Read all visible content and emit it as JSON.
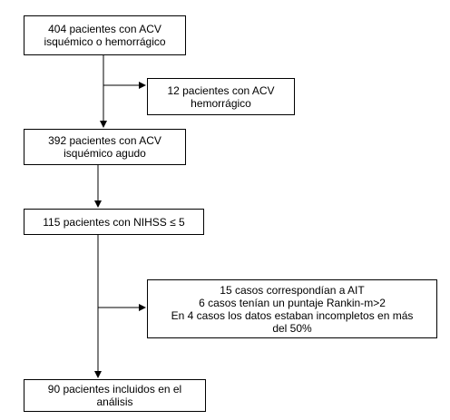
{
  "flowchart": {
    "start": {
      "lines": [
        "404 pacientes con ACV",
        "isquémico o hemorrágico"
      ]
    },
    "excluded_hemorrhagic": {
      "lines": [
        "12 pacientes con ACV",
        "hemorrágico"
      ]
    },
    "acute_ischemic": {
      "lines": [
        "392 pacientes con ACV",
        "isquémico agudo"
      ]
    },
    "nihss": {
      "lines": [
        "115 pacientes con NIHSS ≤ 5"
      ]
    },
    "excluded_cases": {
      "lines": [
        "15 casos correspondían a AIT",
        "6 casos tenían un puntaje Rankin-m>2",
        "En 4 casos los datos estaban incompletos en más",
        "del 50%"
      ]
    },
    "included": {
      "lines": [
        "90 pacientes incluidos en el",
        "análisis"
      ]
    }
  },
  "colors": {
    "stroke": "#000000",
    "fill": "#ffffff"
  }
}
